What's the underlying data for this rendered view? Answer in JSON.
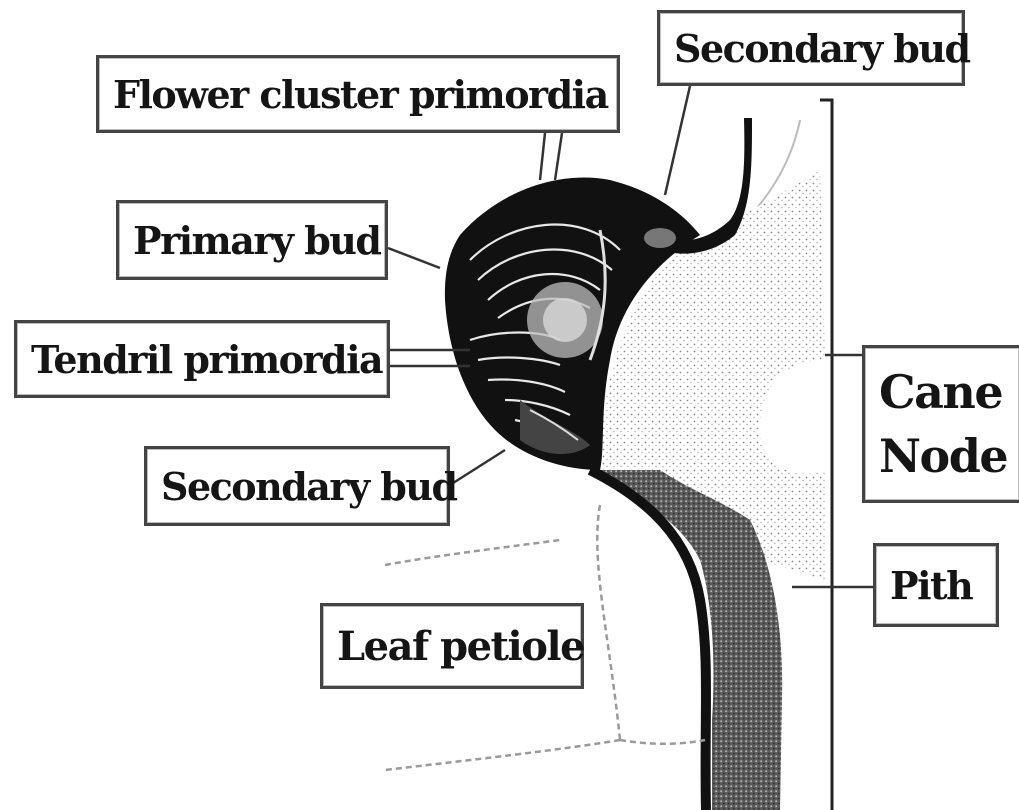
{
  "labels": {
    "flower_cluster_primordia": "Flower cluster primordia",
    "secondary_bud_top": "Secondary bud",
    "primary_bud": "Primary bud",
    "tendril_primordia": "Tendril primordia",
    "secondary_bud_lower": "Secondary bud",
    "leaf_petiole": "Leaf petiole",
    "cane_node_line1": "Cane",
    "cane_node_line2": "Node",
    "pith": "Pith"
  },
  "colors": {
    "ink": "#111111",
    "stipple": "#c9c9c9",
    "pith_dark": "#6a6a6a",
    "frame": "#444444"
  }
}
